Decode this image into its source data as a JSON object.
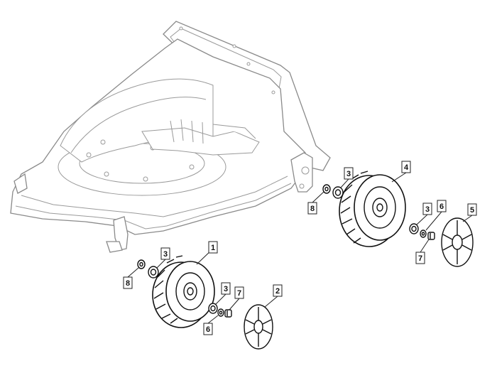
{
  "diagram": {
    "callouts": [
      {
        "id": "c1",
        "text": "1"
      },
      {
        "id": "c2",
        "text": "2"
      },
      {
        "id": "c3a",
        "text": "3"
      },
      {
        "id": "c3b",
        "text": "3"
      },
      {
        "id": "c3c",
        "text": "3"
      },
      {
        "id": "c3d",
        "text": "3"
      },
      {
        "id": "c4",
        "text": "4"
      },
      {
        "id": "c5",
        "text": "5"
      },
      {
        "id": "c6a",
        "text": "6"
      },
      {
        "id": "c6b",
        "text": "6"
      },
      {
        "id": "c7a",
        "text": "7"
      },
      {
        "id": "c7b",
        "text": "7"
      },
      {
        "id": "c8a",
        "text": "8"
      },
      {
        "id": "c8b",
        "text": "8"
      }
    ]
  }
}
